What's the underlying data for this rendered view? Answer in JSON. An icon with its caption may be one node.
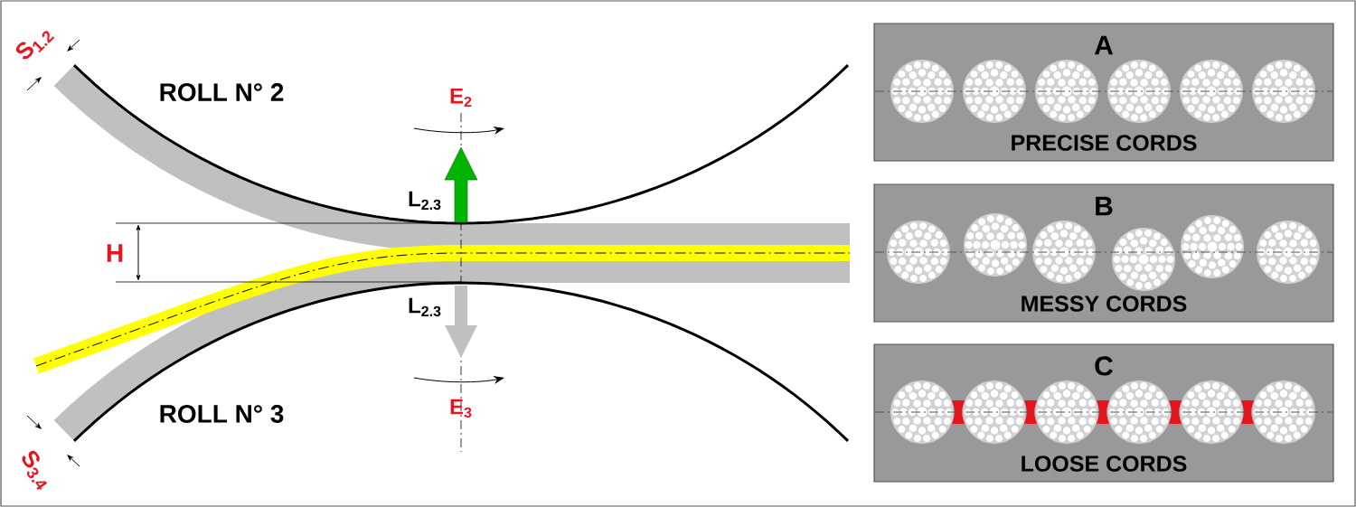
{
  "diagram": {
    "nodes": [
      {
        "text": [
          "A",
          "PRECISE CORDS"
        ]
      },
      {
        "text": [
          "B",
          "MESSY CORDS"
        ]
      },
      {
        "text": [
          "C",
          "LOOSE CORDS"
        ]
      }
    ],
    "labels": [
      "S$_{1.2}$",
      "ROLL N° 2",
      "E$_{2}$",
      "L$_{2.3}$",
      "H",
      "L$_{2.3}$",
      "E$_{3}$",
      "ROLL N° 3",
      "S$_{3.4}$"
    ]
  }
}
